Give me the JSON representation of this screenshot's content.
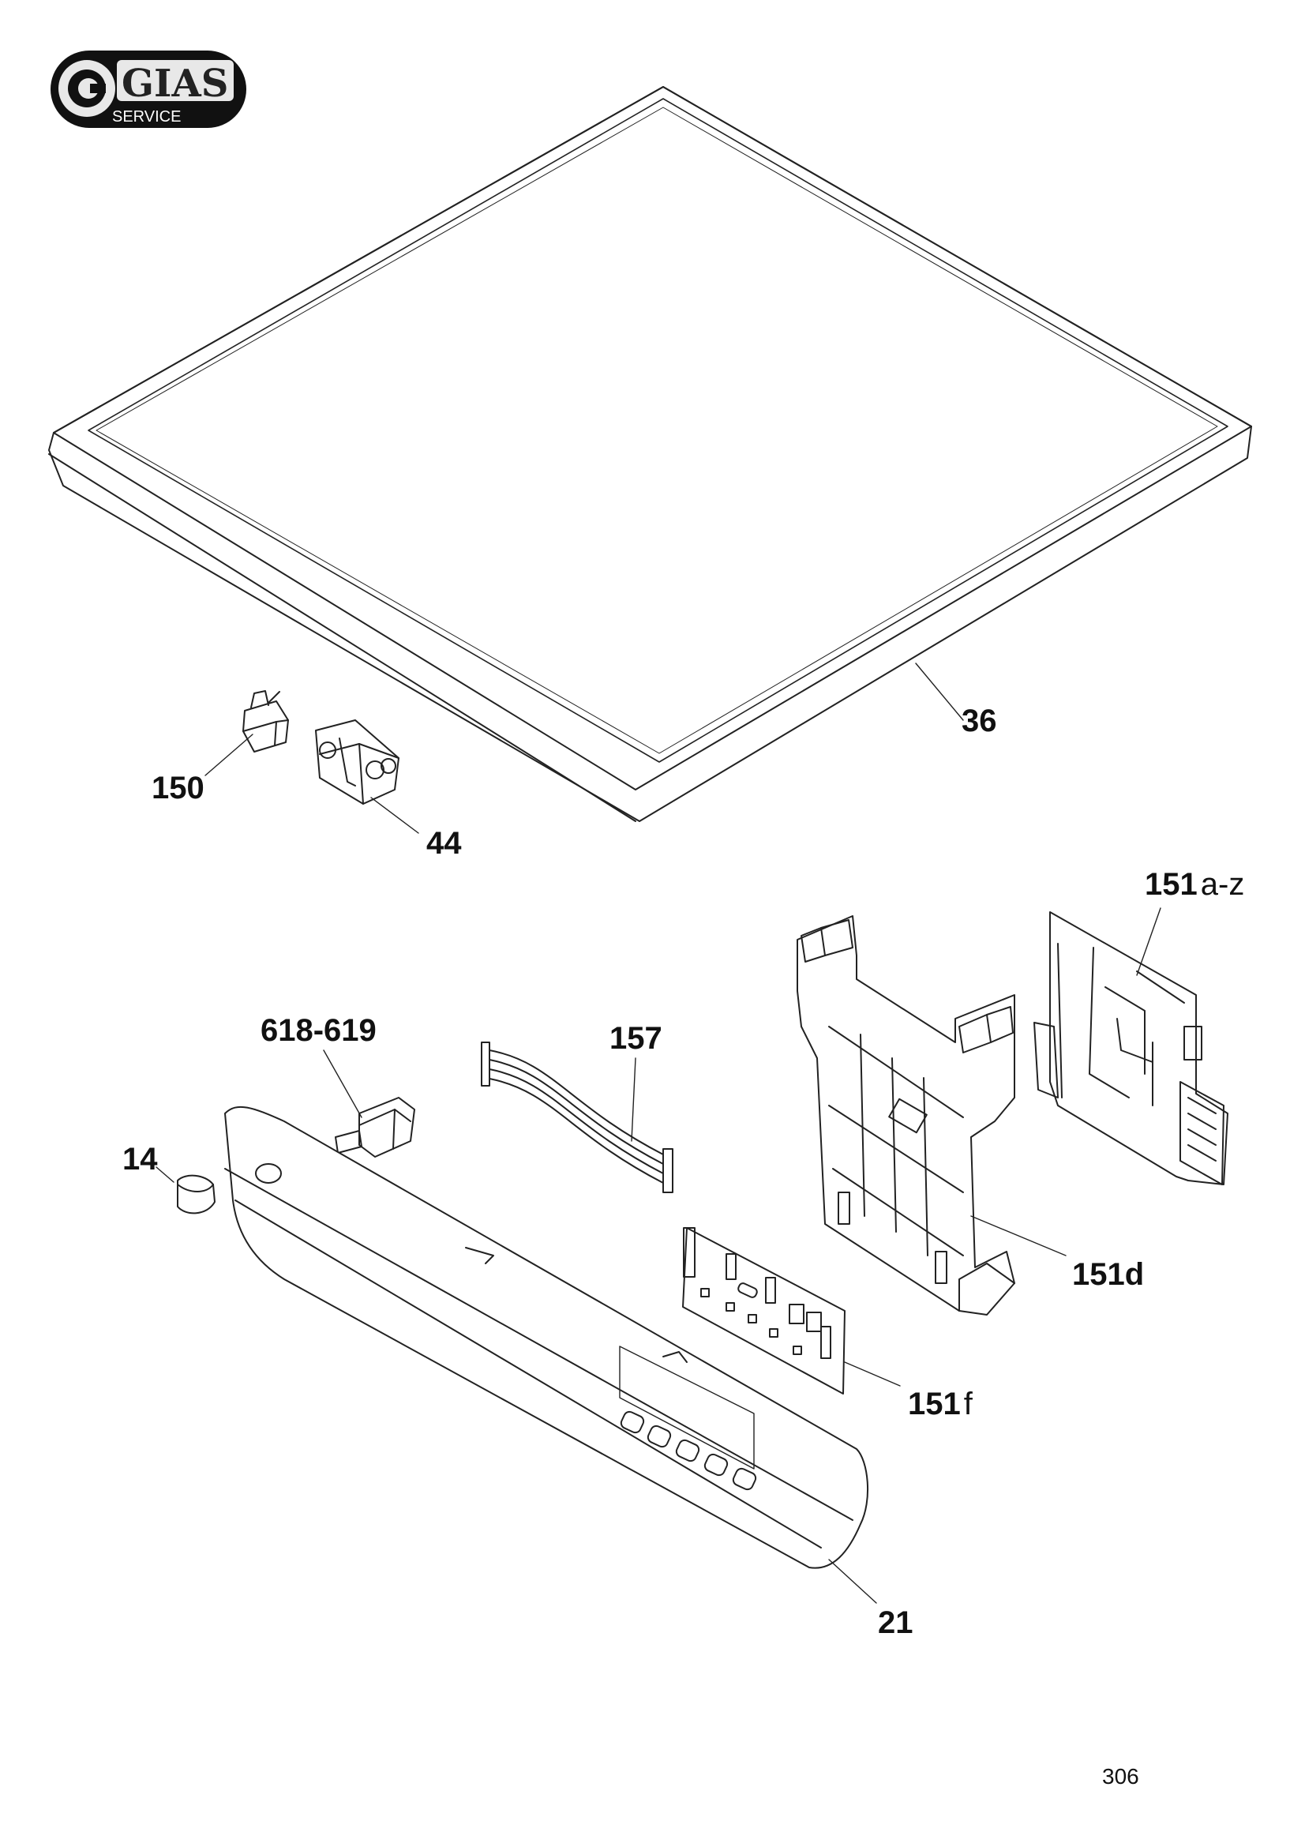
{
  "logo": {
    "wordmark": "GIAS",
    "tagline": "SERVICE",
    "symbol": "copyright-circle-icon"
  },
  "callouts": [
    {
      "id": "36",
      "number": "36",
      "suffix": ""
    },
    {
      "id": "150",
      "number": "150",
      "suffix": ""
    },
    {
      "id": "44",
      "number": "44",
      "suffix": ""
    },
    {
      "id": "151az",
      "number": "151",
      "suffix": "a-z"
    },
    {
      "id": "618",
      "number": "618-619",
      "suffix": ""
    },
    {
      "id": "157",
      "number": "157",
      "suffix": ""
    },
    {
      "id": "14",
      "number": "14",
      "suffix": ""
    },
    {
      "id": "151d",
      "number": "151d",
      "suffix": ""
    },
    {
      "id": "151f",
      "number": "151",
      "suffix": "f"
    },
    {
      "id": "21",
      "number": "21",
      "suffix": ""
    }
  ],
  "page_number": "306",
  "colors": {
    "line": "#222222",
    "logo_dark": "#111111",
    "logo_light": "#ffffff"
  }
}
